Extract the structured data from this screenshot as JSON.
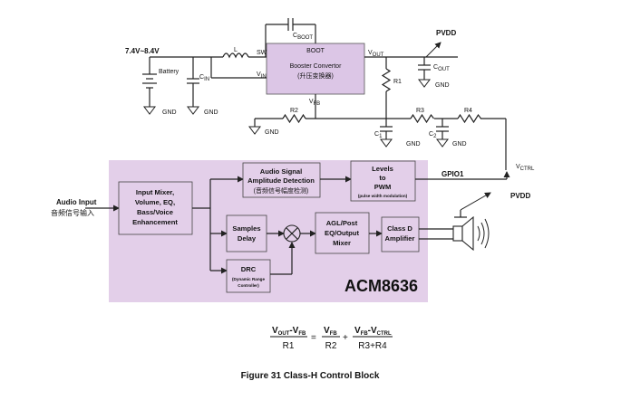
{
  "diagram": {
    "battery": {
      "voltage": "7.4V~8.4V",
      "label": "Battery"
    },
    "inductor": "L",
    "pins": {
      "sw": "SW",
      "vin": "V",
      "vin_sub": "IN",
      "vout": "V",
      "vout_sub": "OUT",
      "vfb": "V",
      "vfb_sub": "FB",
      "vctrl": "V",
      "vctrl_sub": "CTRL"
    },
    "cboot": {
      "main": "C",
      "sub": "BOOT"
    },
    "cin": {
      "main": "C",
      "sub": "IN"
    },
    "cout": {
      "main": "C",
      "sub": "OUT"
    },
    "booster": {
      "boot": "BOOT",
      "line1": "Booster Convertor",
      "line2": "(升压变换器)"
    },
    "pvdd_top": "PVDD",
    "pvdd_speaker": "PVDD",
    "gnd": "GND",
    "resistors": {
      "r1": "R1",
      "r2": "R2",
      "r3": "R3",
      "r4": "R4"
    },
    "caps": {
      "c1_main": "C",
      "c1_sub": "1",
      "c2_main": "C",
      "c2_sub": "2"
    },
    "gpio": "GPIO1",
    "audio_input": {
      "line1": "Audio  Input",
      "line2": "音频信号输入"
    },
    "blocks": {
      "input_mixer": [
        "Input Mixer,",
        "Volume, EQ,",
        "Bass/Voice",
        "Enhancement"
      ],
      "detect": [
        "Audio Signal",
        "Amplitude Detection",
        "(音频信号幅度检测)"
      ],
      "levels": [
        "Levels",
        "to",
        "PWM"
      ],
      "levels_note": "(pulse width modulation)",
      "samples_delay": [
        "Samples",
        "Delay"
      ],
      "agl": [
        "AGL/Post",
        "EQ/Output",
        "Mixer"
      ],
      "classd": [
        "Class D",
        "Amplifier"
      ],
      "drc": "DRC",
      "drc_note": [
        "(Dynamic Range",
        "Controller)"
      ]
    },
    "chip_name": "ACM8636"
  },
  "equation": {
    "t1_num_a": "V",
    "t1_num_a_sub": "OUT",
    "t1_num_b": "-V",
    "t1_num_b_sub": "FB",
    "t1_den": "R1",
    "eq": "=",
    "t2_num": "V",
    "t2_num_sub": "FB",
    "t2_den": "R2",
    "plus": "+",
    "t3_num_a": "V",
    "t3_num_a_sub": "FB",
    "t3_num_b": "-V",
    "t3_num_b_sub": "CTRL",
    "t3_den": "R3+R4"
  },
  "caption": "Figure 31 Class-H Control Block",
  "colors": {
    "chip_bg": "#e3cfe9",
    "block_bg": "#e3cfe9",
    "booster_bg": "#dcc6e6",
    "wire": "#222222"
  }
}
